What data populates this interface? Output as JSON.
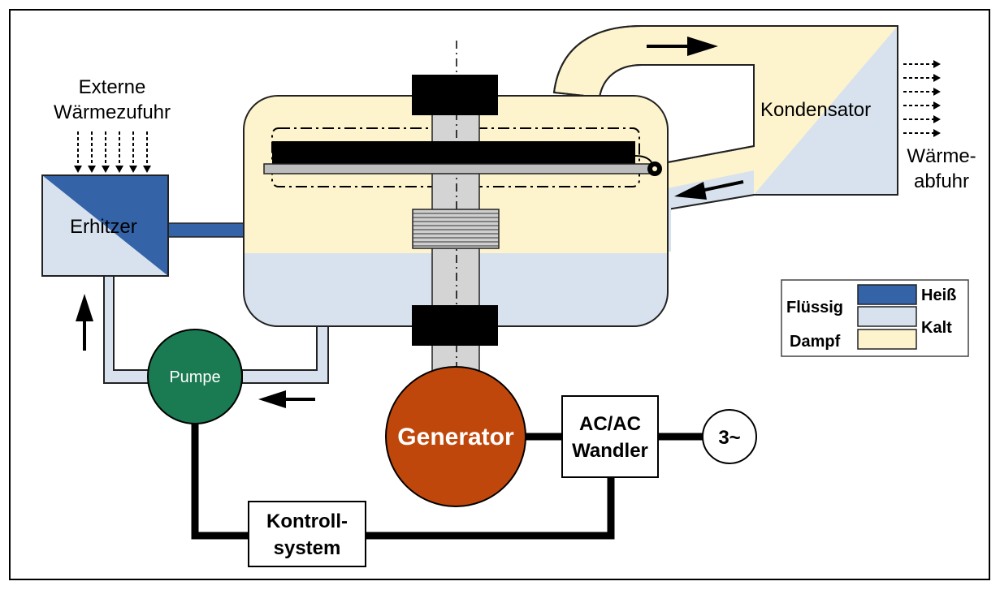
{
  "labels": {
    "external_heat_line1": "Externe",
    "external_heat_line2": "Wärmezufuhr",
    "heater": "Erhitzer",
    "condenser": "Kondensator",
    "heat_removal_line1": "Wärme-",
    "heat_removal_line2": "abfuhr",
    "pump": "Pumpe",
    "generator": "Generator",
    "converter_line1": "AC/AC",
    "converter_line2": "Wandler",
    "grid": "3~",
    "control_line1": "Kontroll-",
    "control_line2": "system"
  },
  "legend": {
    "liquid": "Flüssig",
    "vapor": "Dampf",
    "hot": "Heiß",
    "cold": "Kalt"
  },
  "colors": {
    "hot_liquid": "#3563a8",
    "cold_liquid": "#d7e2ee",
    "vapor": "#fdf3cc",
    "generator": "#c0470b",
    "pump": "#1a7a52",
    "rotor": "#000000",
    "shaft": "#d4d4d4"
  }
}
